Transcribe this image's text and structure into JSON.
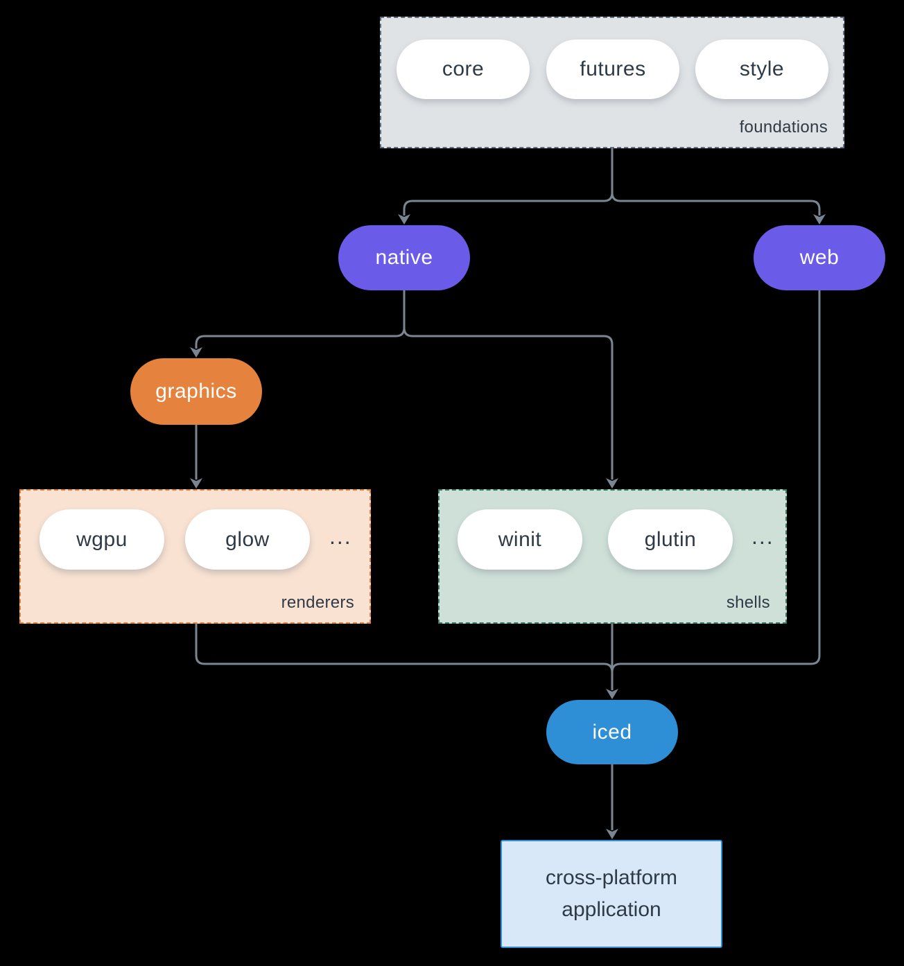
{
  "colors": {
    "background": "#000000",
    "edge": "#7a8792",
    "text_dark": "#2e3a46",
    "text_light": "#ffffff",
    "pill_white": "#ffffff",
    "purple": "#6a5be9",
    "orange": "#e5823e",
    "blue": "#2e8fd6",
    "foundations_fill": "#e0e3e6",
    "foundations_border": "#5e7080",
    "renderers_fill": "#f9e2d2",
    "renderers_border": "#e6823f",
    "shells_fill": "#cfe0d9",
    "shells_border": "#3b7d6b",
    "app_fill": "#d9e8f8",
    "app_border": "#2e8fd6"
  },
  "foundations": {
    "label": "foundations",
    "items": [
      {
        "label": "core"
      },
      {
        "label": "futures"
      },
      {
        "label": "style"
      }
    ]
  },
  "native": {
    "label": "native"
  },
  "web": {
    "label": "web"
  },
  "graphics": {
    "label": "graphics"
  },
  "renderers": {
    "label": "renderers",
    "items": [
      {
        "label": "wgpu"
      },
      {
        "label": "glow"
      }
    ],
    "ellipsis": "..."
  },
  "shells": {
    "label": "shells",
    "items": [
      {
        "label": "winit"
      },
      {
        "label": "glutin"
      }
    ],
    "ellipsis": "..."
  },
  "iced": {
    "label": "iced"
  },
  "application": {
    "label": "cross-platform application"
  }
}
